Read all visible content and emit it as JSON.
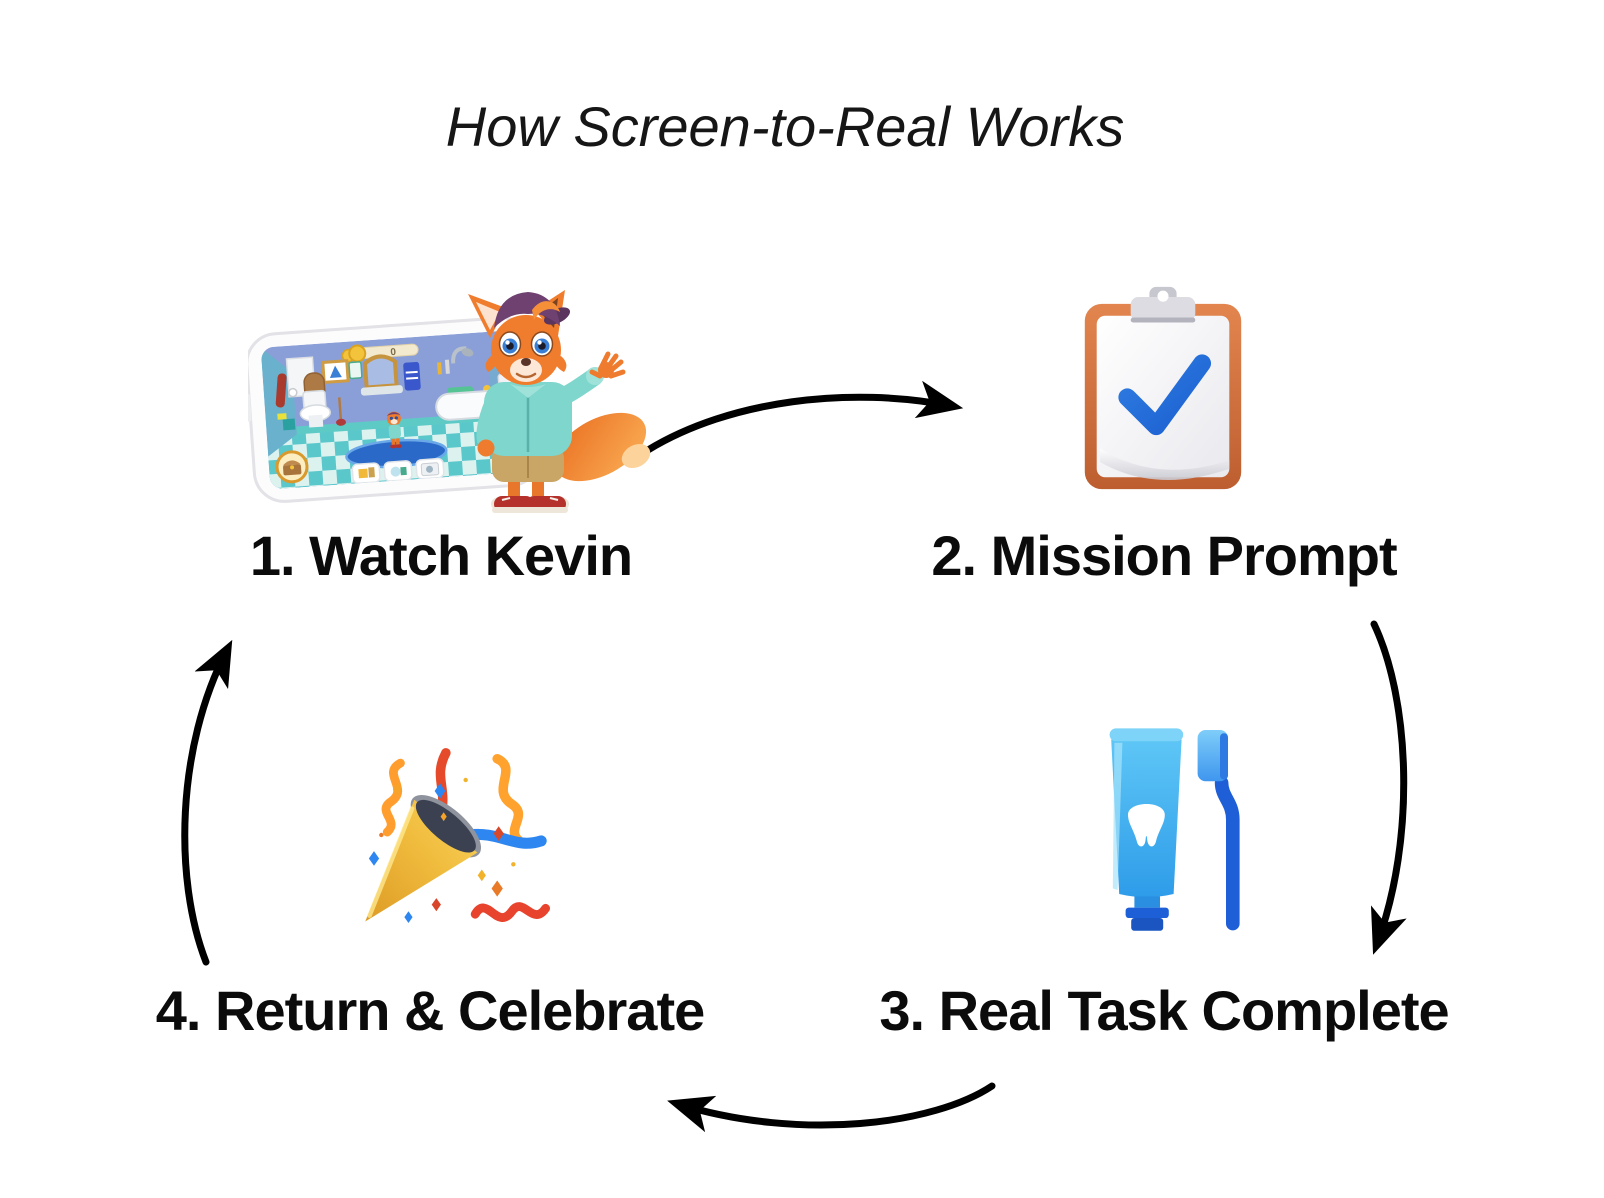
{
  "title": "How Screen-to-Real Works",
  "steps": [
    {
      "number": "1",
      "label": "1. Watch Kevin",
      "icon": "kevin-mascot-with-phone"
    },
    {
      "number": "2",
      "label": "2. Mission Prompt",
      "icon": "clipboard-check"
    },
    {
      "number": "3",
      "label": "3. Real Task Complete",
      "icon": "toothpaste-and-toothbrush"
    },
    {
      "number": "4",
      "label": "4. Return & Celebrate",
      "icon": "party-popper"
    }
  ],
  "flow": [
    "step1-to-step2",
    "step2-to-step3",
    "step3-to-step4",
    "step4-to-step1"
  ],
  "phone_screen": {
    "coin_count": "0"
  },
  "colors": {
    "background": "#ffffff",
    "text": "#0b0b0b",
    "arrow": "#000000",
    "check_blue": "#1d6fd8",
    "clipboard_orange": "#cd6a38",
    "toothpaste_blue": "#3fb0f0",
    "toothbrush_blue": "#1e5ed6",
    "popper_gold": "#eebc3f",
    "kevin_orange": "#ef7b2e",
    "jacket_teal": "#7ed6cd",
    "cap_purple": "#6f4170"
  }
}
